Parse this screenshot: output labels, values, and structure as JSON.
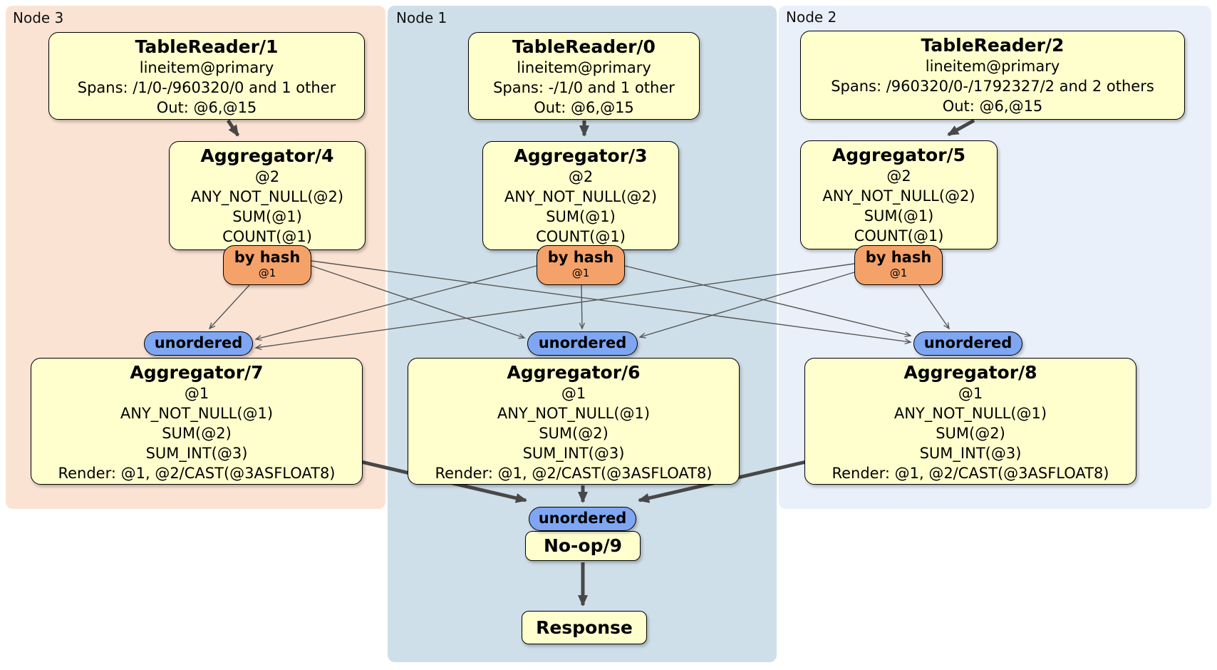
{
  "nodes": [
    {
      "label": "Node 3",
      "table_reader": {
        "title": "TableReader/1",
        "lines": [
          "lineitem@primary",
          "Spans: /1/0-/960320/0 and 1 other",
          "Out: @6,@15"
        ]
      },
      "stage1_aggregator": {
        "title": "Aggregator/4",
        "lines": [
          "@2",
          "ANY_NOT_NULL(@2)",
          "SUM(@1)",
          "COUNT(@1)"
        ]
      },
      "router": {
        "label": "by hash",
        "detail": "@1"
      },
      "stream_sync": {
        "label": "unordered"
      },
      "stage2_aggregator": {
        "title": "Aggregator/7",
        "lines": [
          "@1",
          "ANY_NOT_NULL(@1)",
          "SUM(@2)",
          "SUM_INT(@3)",
          "Render: @1, @2/CAST(@3ASFLOAT8)"
        ]
      }
    },
    {
      "label": "Node 1",
      "table_reader": {
        "title": "TableReader/0",
        "lines": [
          "lineitem@primary",
          "Spans: -/1/0 and 1 other",
          "Out: @6,@15"
        ]
      },
      "stage1_aggregator": {
        "title": "Aggregator/3",
        "lines": [
          "@2",
          "ANY_NOT_NULL(@2)",
          "SUM(@1)",
          "COUNT(@1)"
        ]
      },
      "router": {
        "label": "by hash",
        "detail": "@1"
      },
      "stream_sync": {
        "label": "unordered"
      },
      "stage2_aggregator": {
        "title": "Aggregator/6",
        "lines": [
          "@1",
          "ANY_NOT_NULL(@1)",
          "SUM(@2)",
          "SUM_INT(@3)",
          "Render: @1, @2/CAST(@3ASFLOAT8)"
        ]
      }
    },
    {
      "label": "Node 2",
      "table_reader": {
        "title": "TableReader/2",
        "lines": [
          "lineitem@primary",
          "Spans: /960320/0-/1792327/2 and 2 others",
          "Out: @6,@15"
        ]
      },
      "stage1_aggregator": {
        "title": "Aggregator/5",
        "lines": [
          "@2",
          "ANY_NOT_NULL(@2)",
          "SUM(@1)",
          "COUNT(@1)"
        ]
      },
      "router": {
        "label": "by hash",
        "detail": "@1"
      },
      "stream_sync": {
        "label": "unordered"
      },
      "stage2_aggregator": {
        "title": "Aggregator/8",
        "lines": [
          "@1",
          "ANY_NOT_NULL(@1)",
          "SUM(@2)",
          "SUM_INT(@3)",
          "Render: @1, @2/CAST(@3ASFLOAT8)"
        ]
      }
    }
  ],
  "result": {
    "stream_sync": {
      "label": "unordered"
    },
    "noop": {
      "title": "No-op/9"
    },
    "response": {
      "title": "Response"
    }
  },
  "colors": {
    "node3_bg": "#fbe3d4",
    "node1_bg": "#cfdfe9",
    "node2_bg": "#eaf0f9",
    "processor_fill": "#ffffce",
    "router_fill": "#f4a269",
    "sync_fill": "#7ea6f2",
    "edge_thin": "#565656",
    "edge_thick": "#484848"
  }
}
